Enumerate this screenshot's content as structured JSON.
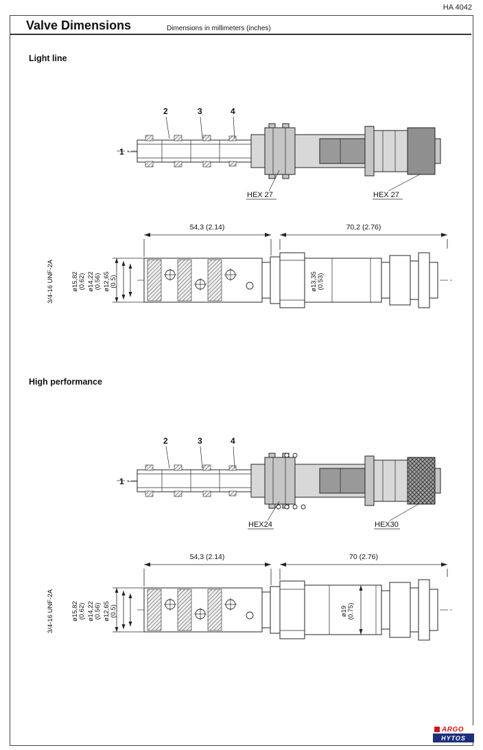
{
  "header": {
    "doc_number": "HA 4042",
    "title": "Valve Dimensions",
    "subtitle": "Dimensions in millimeters (inches)"
  },
  "light_line": {
    "section_label": "Light line",
    "ports": [
      "1",
      "2",
      "3",
      "4"
    ],
    "hex_body": "HEX 27",
    "hex_nut": "HEX 27",
    "dim_cartridge": "54,3 (2.14)",
    "dim_solenoid": "70,2 (2.76)",
    "thread": "3/4-16 UNF-2A",
    "dia_1_mm": "ø15,82",
    "dia_1_in": "(0.62)",
    "dia_2_mm": "ø14,22",
    "dia_2_in": "(0.56)",
    "dia_3_mm": "ø12,65",
    "dia_3_in": "(0.5)",
    "dia_tube_mm": "ø13,35",
    "dia_tube_in": "(0.53)"
  },
  "high_performance": {
    "section_label": "High performance",
    "ports": [
      "1",
      "2",
      "3",
      "4"
    ],
    "hex_body": "HEX24",
    "hex_nut": "HEX30",
    "dim_cartridge": "54,3 (2.14)",
    "dim_solenoid": "70 (2.76)",
    "thread": "3/4-16 UNF-2A",
    "dia_1_mm": "ø15,82",
    "dia_1_in": "(0.62)",
    "dia_2_mm": "ø14,22",
    "dia_2_in": "(0.56)",
    "dia_3_mm": "ø12,65",
    "dia_3_in": "(0.5)",
    "dia_tube_mm": "ø19",
    "dia_tube_in": "(0.75)"
  },
  "logo": {
    "brand_top": "ARGO",
    "brand_bottom": "HYTOS"
  }
}
